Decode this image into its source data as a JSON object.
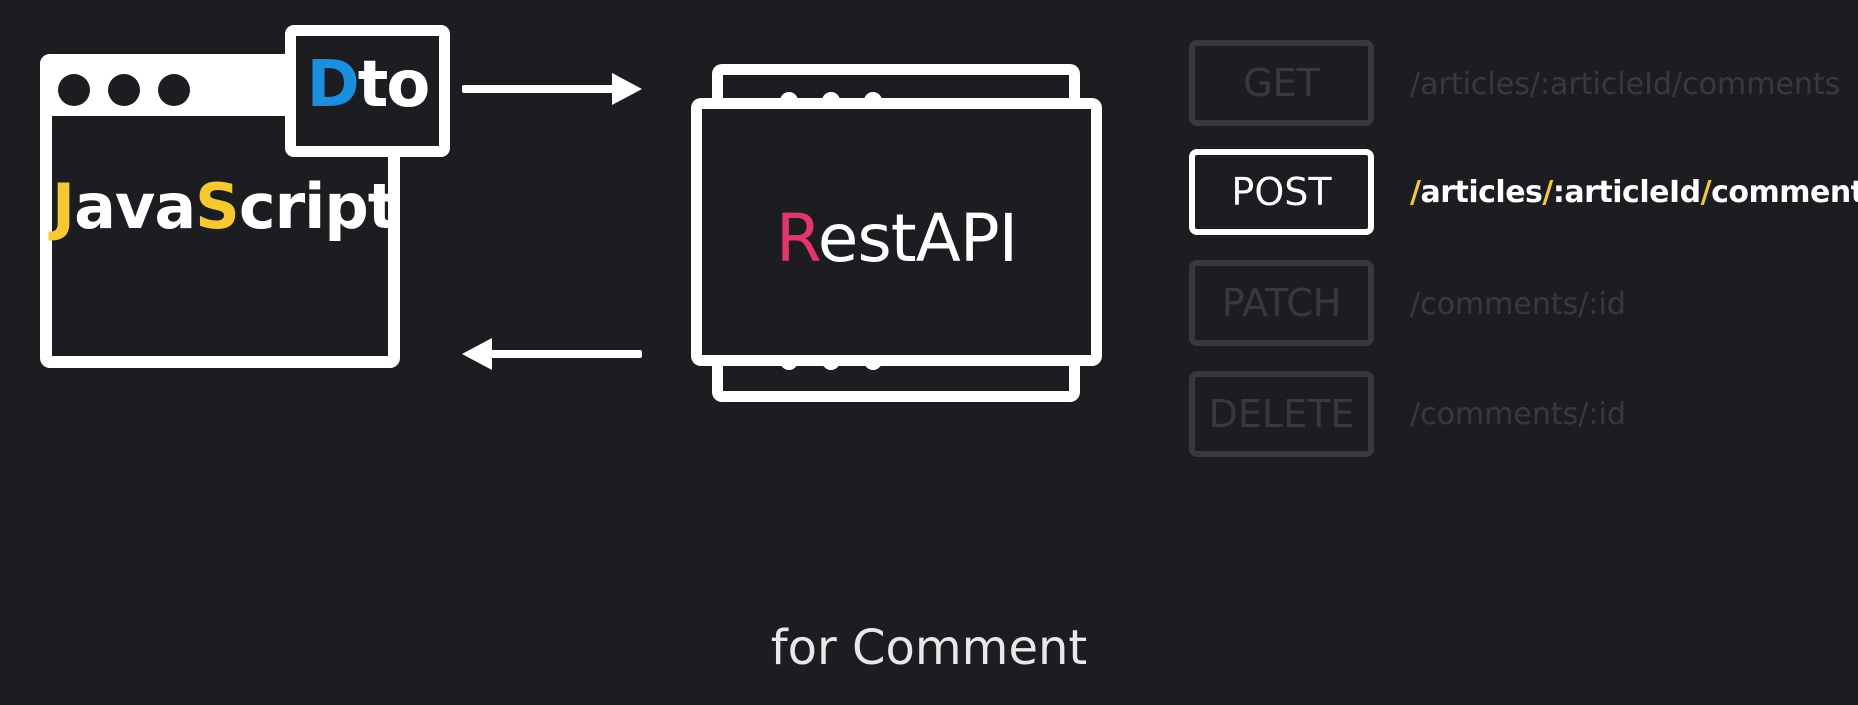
{
  "colors": {
    "background": "#1c1d20",
    "foreground": "#ffffff",
    "javascript_accent": "#f7c830",
    "dto_accent": "#1a8fe0",
    "restapi_accent": "#e8336d",
    "path_accent": "#f7c830"
  },
  "client": {
    "label_parts": [
      "J",
      "ava",
      "S",
      "cript"
    ],
    "tag_parts": [
      "D",
      "to"
    ]
  },
  "server": {
    "label_parts": [
      "R",
      "estAPI"
    ]
  },
  "endpoints": [
    {
      "method": "GET",
      "path": "/articles/:articleId/comments",
      "active": false
    },
    {
      "method": "POST",
      "path_parts": [
        "/",
        "articles",
        "/",
        ":articleId",
        "/",
        "comments"
      ],
      "active": true
    },
    {
      "method": "PATCH",
      "path": "/comments/:id",
      "active": false
    },
    {
      "method": "DELETE",
      "path": "/comments/:id",
      "active": false
    }
  ],
  "caption": "for Comment"
}
